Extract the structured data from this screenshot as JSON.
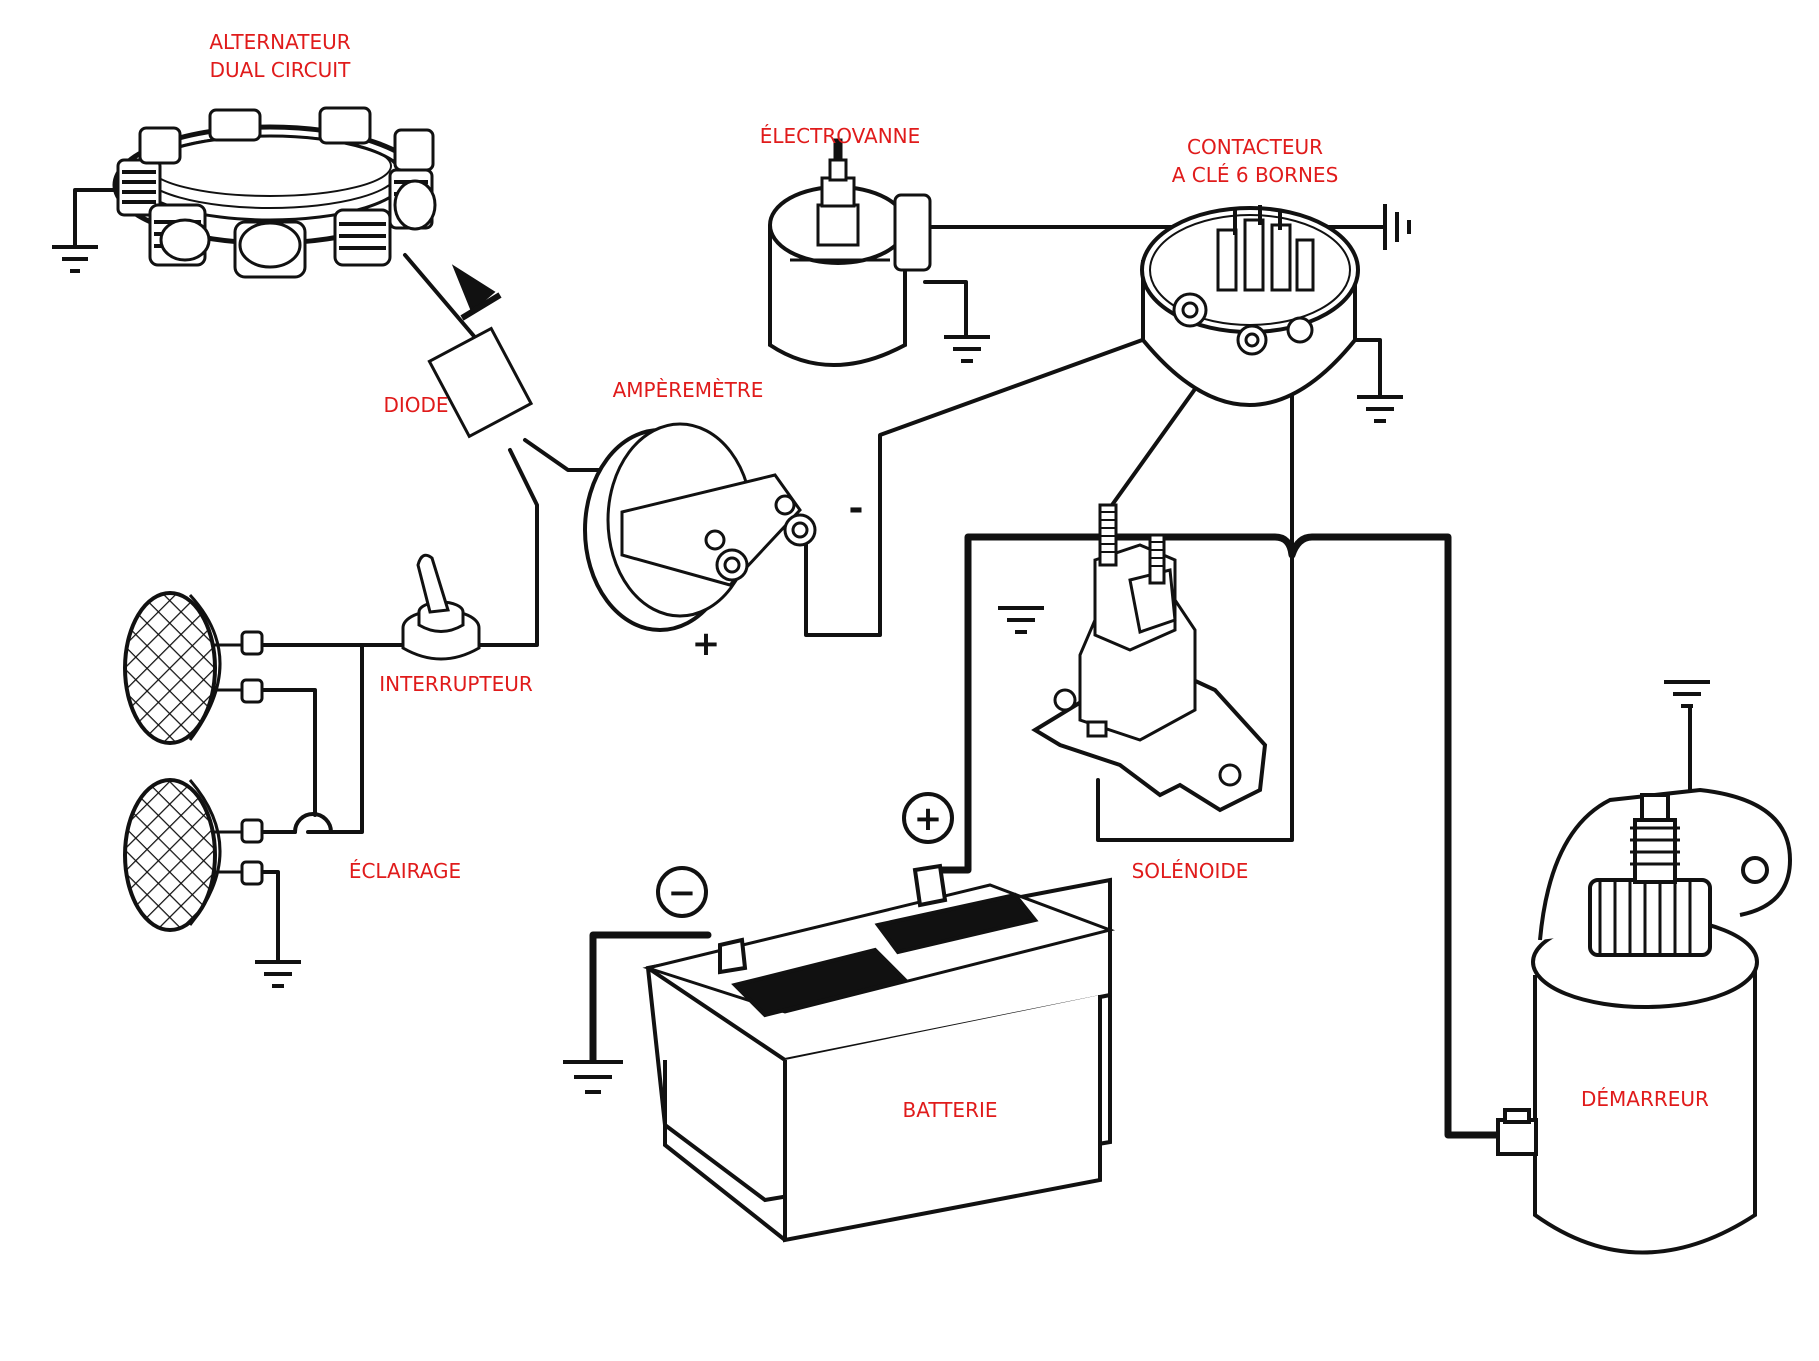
{
  "labels": {
    "alternator_line1": "ALTERNATEUR",
    "alternator_line2": "DUAL CIRCUIT",
    "solenoid_valve": "ÉLECTROVANNE",
    "key_switch_line1": "CONTACTEUR",
    "key_switch_line2": "A CLÉ 6 BORNES",
    "diode": "DIODE",
    "ammeter": "AMPÈREMÈTRE",
    "switch": "INTERRUPTEUR",
    "lighting": "ÉCLAIRAGE",
    "solenoid": "SOLÉNOIDE",
    "battery": "BATTERIE",
    "starter": "DÉMARREUR"
  },
  "polarity": {
    "ammeter_minus": "-",
    "ammeter_plus": "+",
    "battery_plus": "+",
    "battery_minus": "−"
  },
  "colors": {
    "label": "#e01b1b",
    "line": "#111111",
    "background": "#ffffff"
  }
}
